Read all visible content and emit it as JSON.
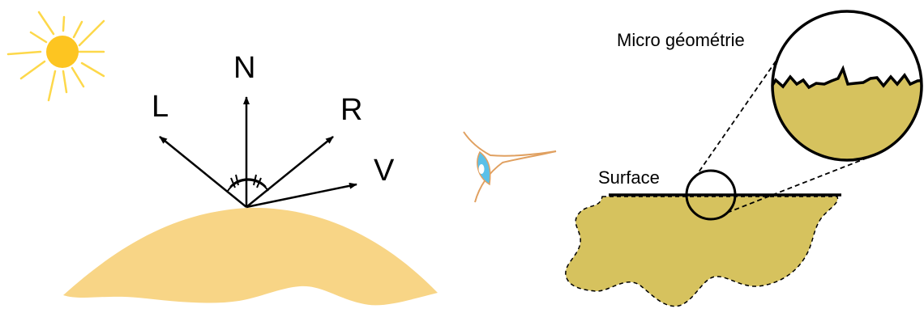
{
  "vectors": {
    "light": "L",
    "normal": "N",
    "reflection": "R",
    "view": "V"
  },
  "labels": {
    "micro_geometry": "Micro géométrie",
    "surface": "Surface"
  },
  "colors": {
    "sun": "#fdc521",
    "sun_rays": "#fdd84a",
    "left_surface": "#f8d586",
    "right_surface": "#d6c25e",
    "eye_outline": "#e0a060",
    "iris": "#5bc0e8",
    "ink": "#000000"
  },
  "icons": {
    "sun": "sun-icon",
    "eye": "eye-icon"
  }
}
